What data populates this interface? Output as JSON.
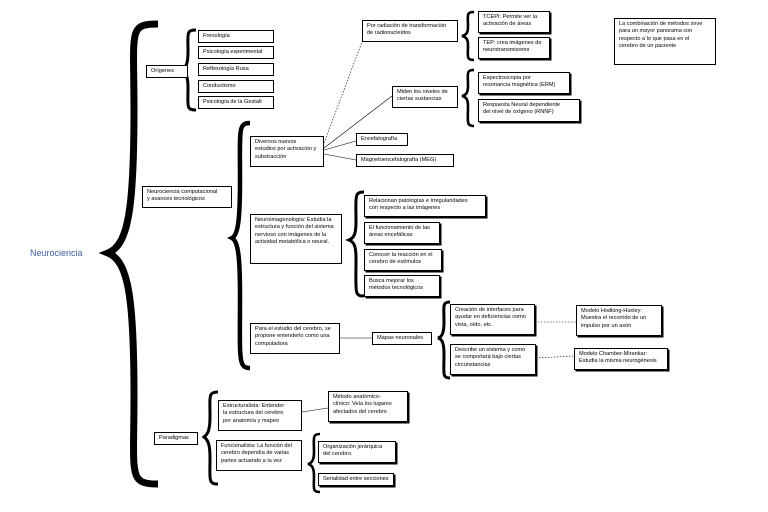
{
  "root": "Neurociencia",
  "origenes": {
    "label": "Orígenes",
    "items": [
      "Frenología",
      "Psicología experimental",
      "Reflexología Rusa",
      "Conductismo",
      "Psicología de la Gestalt"
    ]
  },
  "computacional": {
    "label": "Neurociencia computacional\ny avances tecnológicos",
    "estudios": {
      "label": "Diversos nuevos\nestudios por activación y\nsubstracción",
      "radiacion": "Por radiación de transformación\nde radionucleidos",
      "tcepi": "TCEPI: Permite ver la\nactivación de áreas",
      "tep": "TEP: crea imágenes de\nneurotransmisores",
      "miden": "Miden los niveles de\nciertas sustancias",
      "erm": "Espectroscopia por\nresonancia magnética (ERM)",
      "rnnf": "Respuesta Neural dependiente\ndel nivel de oxígeno (RNNF)",
      "encefalografia": "Encefalografía",
      "meg": "Magnetoencefalografía (MEG)"
    },
    "neuroimagenologia": {
      "label": "Neuroimagenología: Estudia la\nestructura y función del sistema\nnervioso con imágenes de la\nactividad metabólica o neural.",
      "items": [
        "Relacionan patologías e irregularidades\ncon respecto a las imágenes",
        "El funcionamiento de las\náreas encefálicas",
        "Conocer la reacción en el\ncerebro de estímulos",
        "Busca mejorar los\nmétodos tecnológicos"
      ]
    },
    "estudio_cerebro": {
      "label": "Para el estudio del cerebro, se\npropone entenderlo como una\ncomputadora",
      "mapas": "Mapas neuronales",
      "interfaces": "Creación de interfaces para\nayudar en deficiencias como\nvista, oído, etc.",
      "hodking": "Modelo Hodking-Huxley:\nMuestra el recorrido de un\nimpulso por un axón",
      "sistema": "Describe un sistema y como\nse comportará bajo ciertas\ncircunstancias",
      "chamber": "Modelo Chamber-Mirankar:\nEstudia la misma neurogénesis"
    }
  },
  "paradigmas": {
    "label": "Paradigmas",
    "estructuralista": "Estructuralista: Entender\nla estructura del cerebro\npor anatomía y mapeo",
    "metodo": "Método anatómico-\nclínico: Veía los lugares\nafectados del cerebro",
    "funcionalista": "Funcionalista: La función del\ncerebro dependía de varias\npartes actuando a la vez",
    "organizacion": "Organización jerárquica\ndel cerebro.",
    "serialidad": "Serialidad entre secciones"
  },
  "nota": "La combinación de métodos sirve\npara un mayor panorama con\nrespecto a lo que pasa en el\ncerebro de un paciente"
}
